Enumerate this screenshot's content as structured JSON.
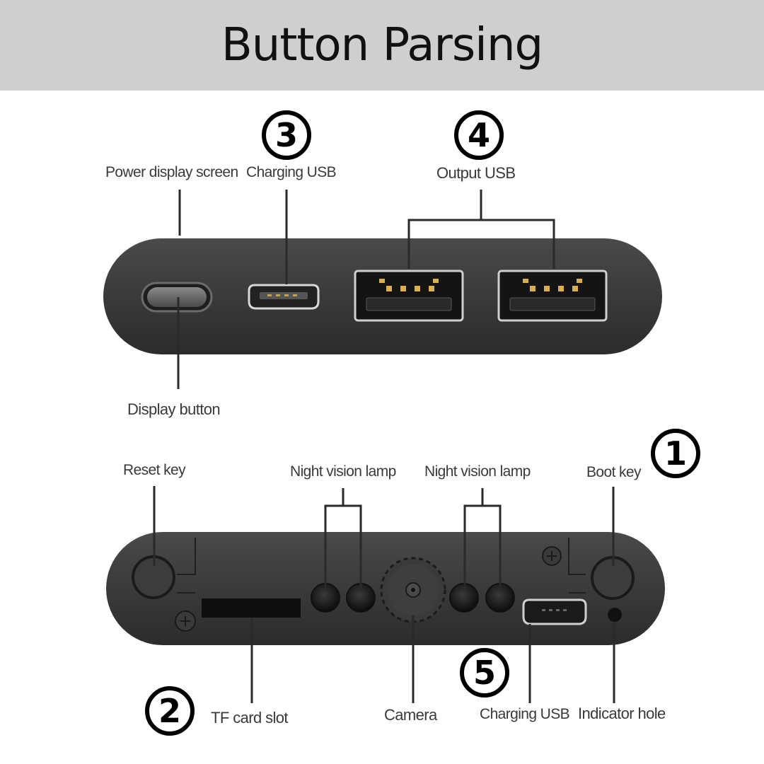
{
  "title": "Button Parsing",
  "top_view": {
    "labels": {
      "power_display_screen": "Power display screen",
      "charging_usb": "Charging USB",
      "output_usb": "Output USB",
      "display_button": "Display button"
    },
    "markers": {
      "charging_usb": "3",
      "output_usb": "4"
    }
  },
  "bottom_view": {
    "labels": {
      "reset_key": "Reset key",
      "night_vision_lamp_left": "Night vision lamp",
      "night_vision_lamp_right": "Night vision lamp",
      "boot_key": "Boot key",
      "tf_card_slot": "TF card slot",
      "camera": "Camera",
      "charging_usb": "Charging USB",
      "indicator_hole": "Indicator hole"
    },
    "markers": {
      "boot_key": "1",
      "tf_card_slot": "2",
      "charging_usb": "5"
    }
  }
}
